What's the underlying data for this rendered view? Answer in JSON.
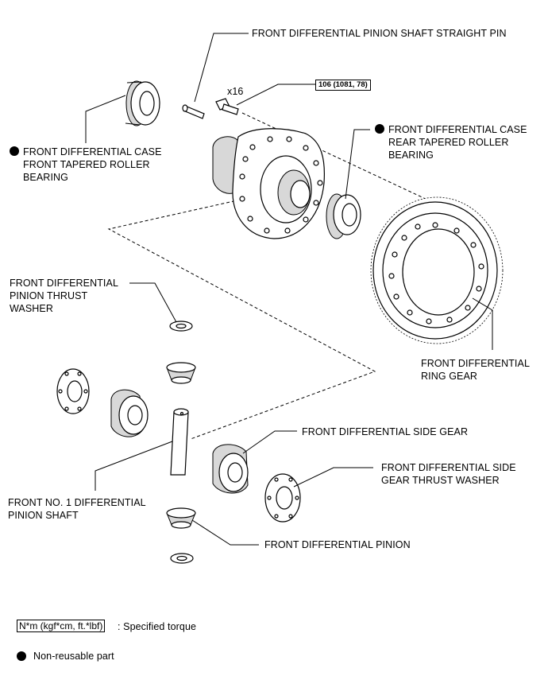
{
  "labels": {
    "shaft_pin": "FRONT DIFFERENTIAL PINION SHAFT STRAIGHT PIN",
    "bolt_count": "x16",
    "torque_value": "106 (1081, 78)",
    "rear_bearing": [
      "FRONT DIFFERENTIAL CASE",
      "REAR TAPERED ROLLER",
      "BEARING"
    ],
    "front_bearing": [
      "FRONT DIFFERENTIAL CASE",
      "FRONT TAPERED ROLLER",
      "BEARING"
    ],
    "thrust_washer": [
      "FRONT DIFFERENTIAL",
      "PINION THRUST",
      "WASHER"
    ],
    "ring_gear": [
      "FRONT DIFFERENTIAL",
      "RING GEAR"
    ],
    "side_gear": "FRONT DIFFERENTIAL SIDE GEAR",
    "side_gear_washer": [
      "FRONT DIFFERENTIAL SIDE",
      "GEAR THRUST WASHER"
    ],
    "pinion_shaft": [
      "FRONT NO. 1 DIFFERENTIAL",
      "PINION SHAFT"
    ],
    "pinion": "FRONT DIFFERENTIAL PINION"
  },
  "legend": {
    "torque_unit": "N*m (kgf*cm, ft.*lbf)",
    "torque_desc": ": Specified torque",
    "nonreusable_desc": "Non-reusable part"
  }
}
